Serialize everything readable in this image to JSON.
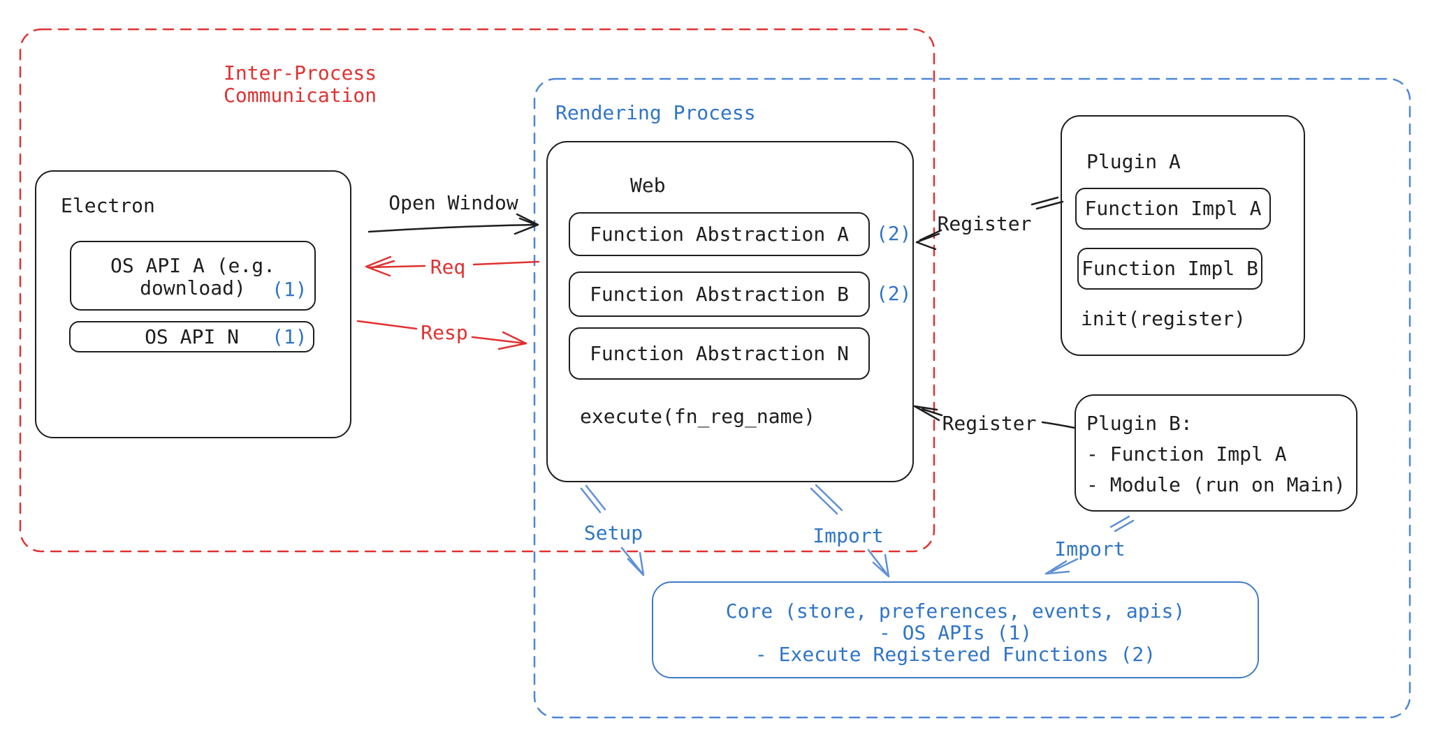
{
  "diagram": {
    "ipc_label": "Inter-Process\nCommunication",
    "rendering_label": "Rendering Process"
  },
  "electron": {
    "title": "Electron",
    "os_api_a_line1": "OS API A (e.g.",
    "os_api_a_line2": "download)",
    "os_api_a_badge": "(1)",
    "os_api_n_label": "OS API N",
    "os_api_n_badge": "(1)"
  },
  "web": {
    "title": "Web",
    "fn_abs_a": "Function Abstraction A",
    "fn_abs_a_badge": "(2)",
    "fn_abs_b": "Function Abstraction B",
    "fn_abs_b_badge": "(2)",
    "fn_abs_n": "Function Abstraction N",
    "execute_label": "execute(fn_reg_name)"
  },
  "plugin_a": {
    "title": "Plugin A",
    "fn_impl_a": "Function Impl A",
    "fn_impl_b": "Function Impl B",
    "init_label": "init(register)"
  },
  "plugin_b": {
    "title": "Plugin B:",
    "item_1": "- Function Impl A",
    "item_2": "- Module (run on Main)"
  },
  "core": {
    "line_1": "Core (store, preferences, events, apis)",
    "line_2": "- OS APIs (1)",
    "line_3": "- Execute Registered Functions (2)"
  },
  "arrows": {
    "open_window": "Open Window",
    "req": "Req",
    "resp": "Resp",
    "register_plugin_a": "Register",
    "register_plugin_b": "Register",
    "setup": "Setup",
    "import_web": "Import",
    "import_plugin_b": "Import"
  },
  "colors": {
    "black": "#1e1e1e",
    "red": "#e03131",
    "blue_text": "#2f74c8",
    "blue_dash": "#4e86d6",
    "blue_arrow": "#5f8fd6",
    "core_border": "#3f7bc8"
  }
}
